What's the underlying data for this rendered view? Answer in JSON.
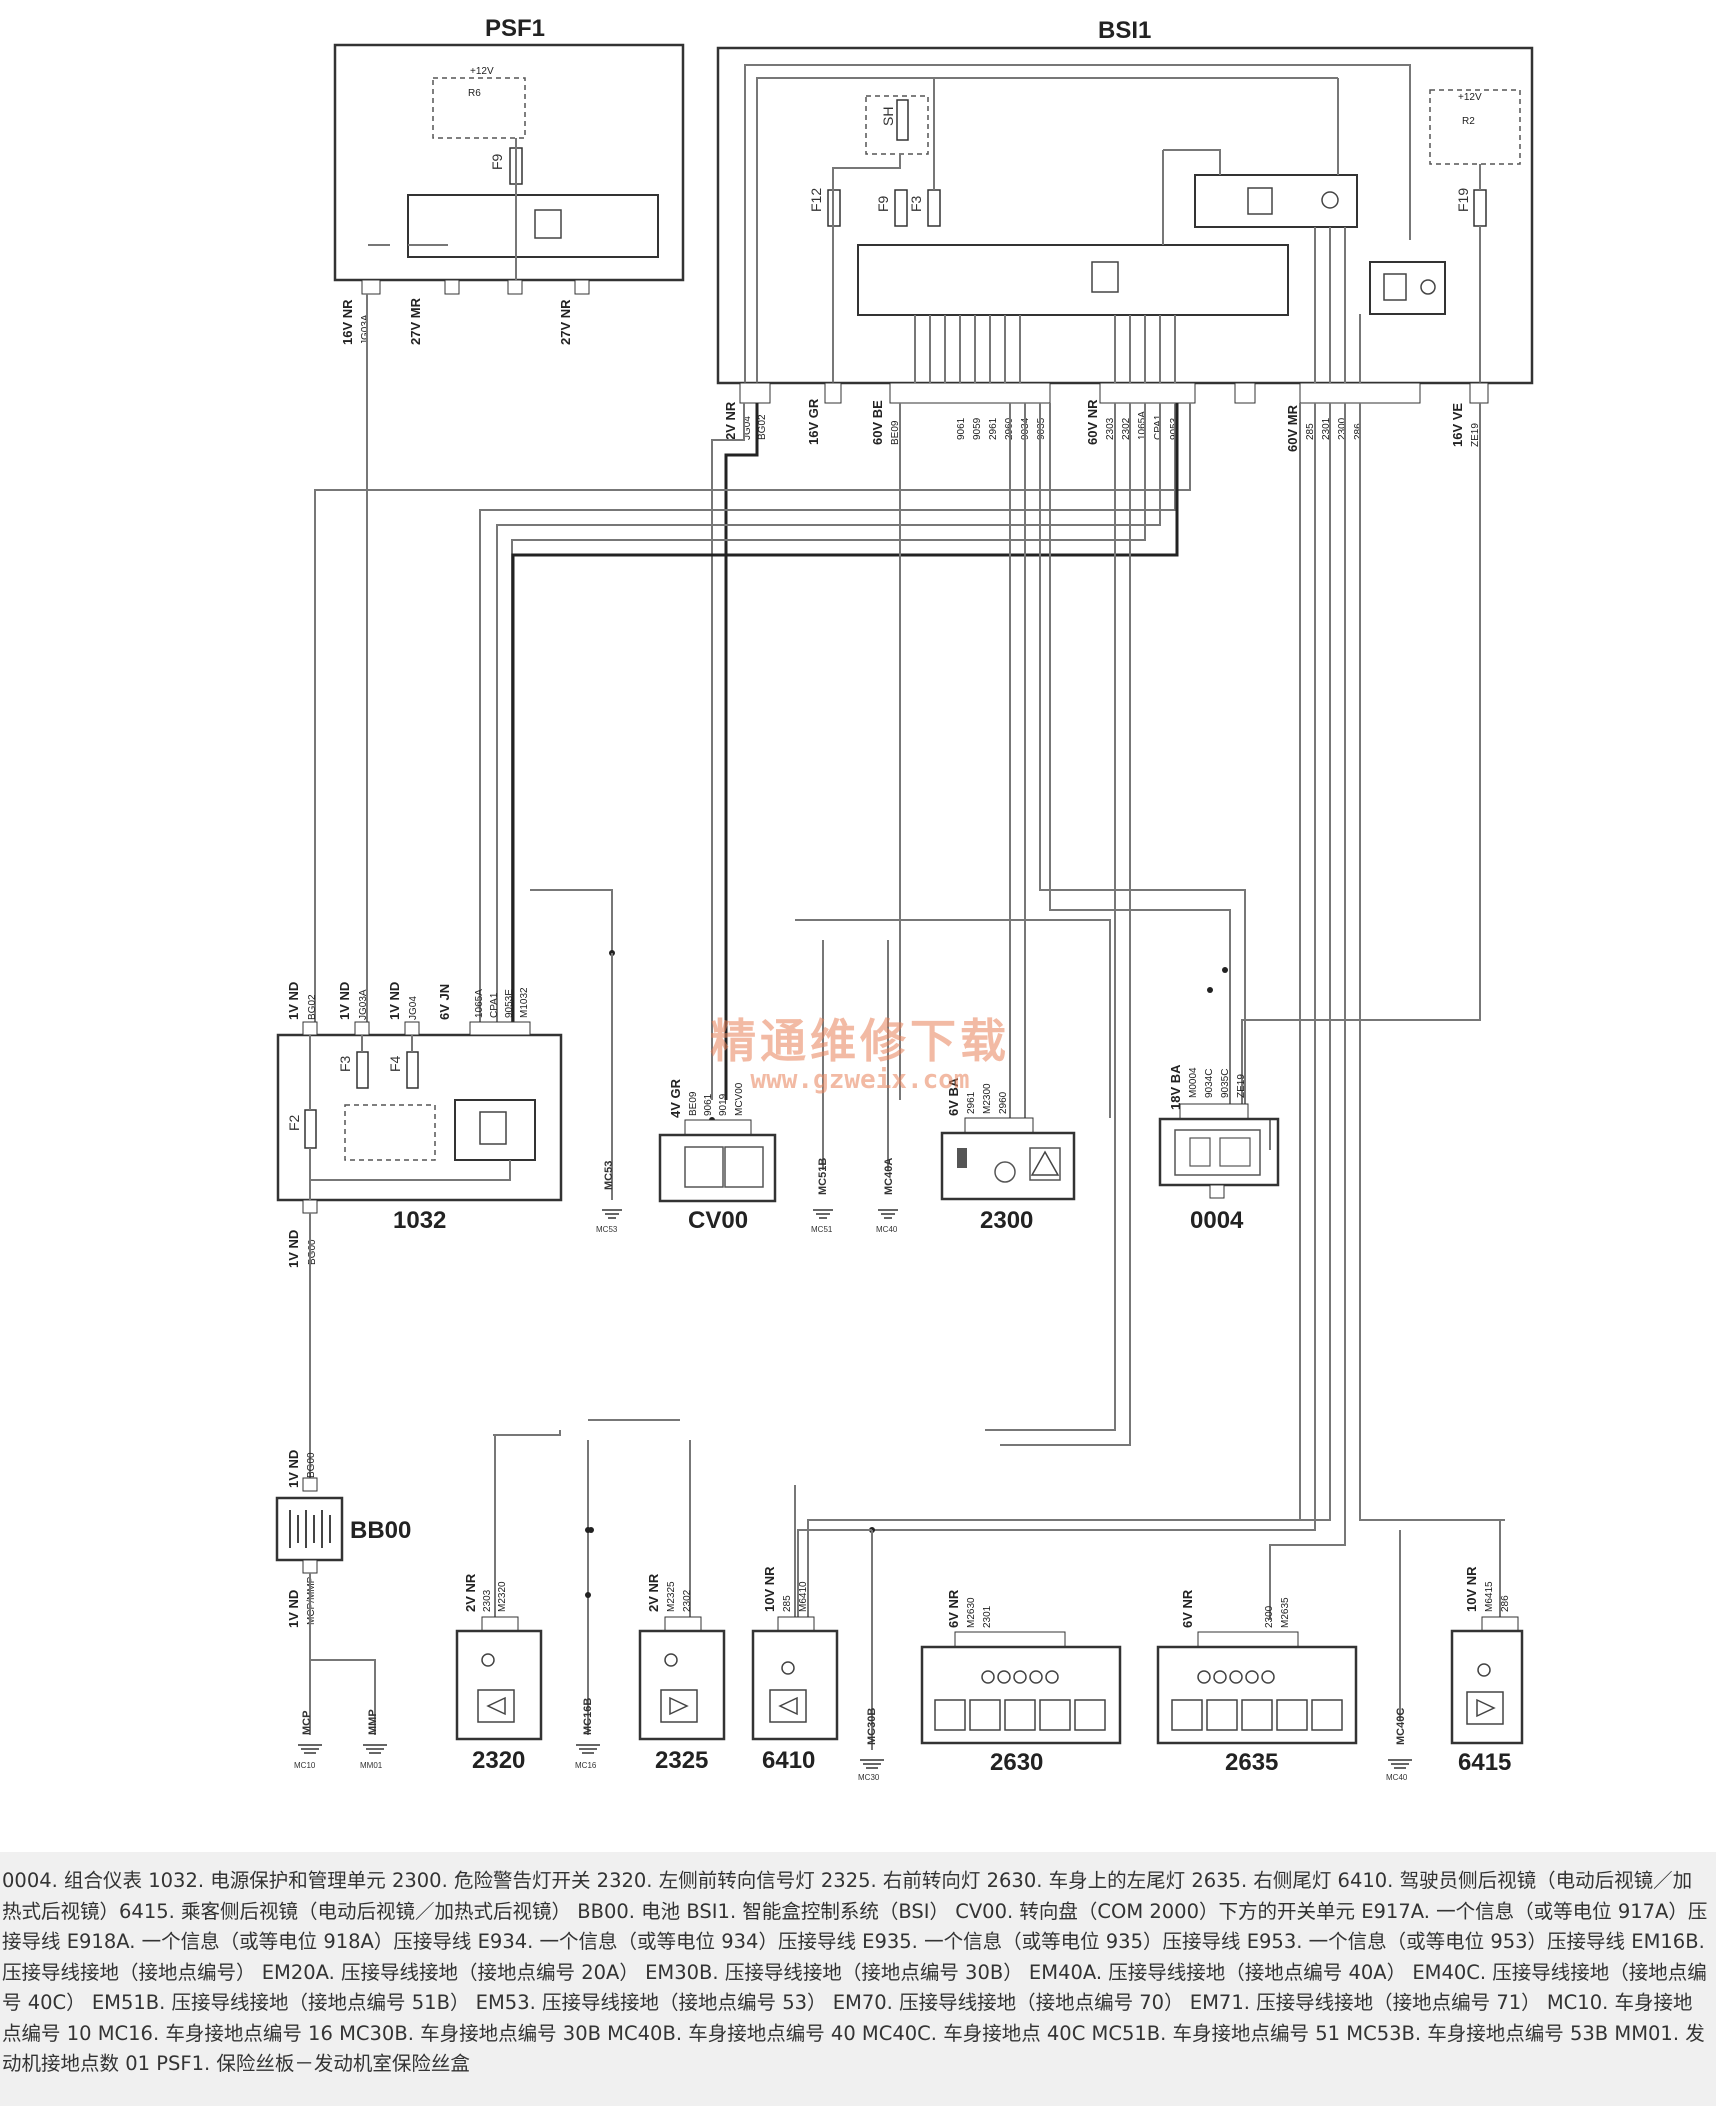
{
  "modules": {
    "psf1": "PSF1",
    "bsi1": "BSI1",
    "m1032": "1032",
    "cv00": "CV00",
    "m2300": "2300",
    "m0004": "0004",
    "bb00": "BB00",
    "m2320": "2320",
    "m2325": "2325",
    "m6410": "6410",
    "m2630": "2630",
    "m2635": "2635",
    "m6415": "6415"
  },
  "fuses": {
    "psf1_f9": "F9",
    "psf1_r6": "R6",
    "psf1_12v": "+12V",
    "bsi_f12": "F12",
    "bsi_f9": "F9",
    "bsi_f3": "F3",
    "bsi_sh": "SH",
    "bsi_f19": "F19",
    "bsi_r2": "R2",
    "bsi_12v": "+12V",
    "m1032_f3": "F3",
    "m1032_f4": "F4",
    "m1032_f2": "F2"
  },
  "connectors": {
    "psf1_16v": "16V NR",
    "psf1_jg03a": "JG03A",
    "psf1_27v_a": "27V MR",
    "psf1_27v_b": "27V NR",
    "bsi_2v": "2V NR",
    "bsi_jg04": "JG04",
    "bsi_bg02": "BG02",
    "bsi_16vgr": "16V GR",
    "bsi_60vbe": "60V BE",
    "bsi_be09": "BE09",
    "bsi_9061": "9061",
    "bsi_9059": "9059",
    "bsi_2961": "2961",
    "bsi_2960": "2960",
    "bsi_9034": "9034",
    "bsi_9035": "9035",
    "bsi_60vnr": "60V NR",
    "bsi_2303": "2303",
    "bsi_2302": "2302",
    "bsi_1065a": "1065A",
    "bsi_cpa1": "CPA1",
    "bsi_9053": "9053",
    "bsi_60vmr": "60V MR",
    "bsi_285": "285",
    "bsi_2301": "2301",
    "bsi_2300": "2300",
    "bsi_286": "286",
    "bsi_16vve": "16V VE",
    "bsi_ze19": "ZE19",
    "m1032_1vnd_a": "1V ND",
    "m1032_bg02": "BG02",
    "m1032_1vnd_b": "1V ND",
    "m1032_jg03a": "JG03A",
    "m1032_1vnd_c": "1V ND",
    "m1032_jg04": "JG04",
    "m1032_6vjn": "6V JN",
    "m1032_1065a": "1065A",
    "m1032_cpa1": "CPA1",
    "m1032_9053e": "9053E",
    "m1032_m1032": "M1032",
    "m1032_1vnd_d": "1V ND",
    "m1032_bg00": "BG00",
    "cv00_4vgr": "4V GR",
    "cv00_be09": "BE09",
    "cv00_9061": "9061",
    "cv00_9019": "9019",
    "cv00_mcv00": "MCV00",
    "m2300_6vba": "6V BA",
    "m2300_2961": "2961",
    "m2300_m2300": "M2300",
    "m2300_2960": "2960",
    "m0004_18vba": "18V BA",
    "m0004_m0004": "M0004",
    "m0004_9034c": "9034C",
    "m0004_9035c": "9035C",
    "m0004_ze19": "ZE19",
    "bb00_1vnd": "1V ND",
    "bb00_bg00": "BG00",
    "bb00_1vnd2": "1V ND",
    "bb00_mcp": "MCP/MMP",
    "m2320_2vnr": "2V NR",
    "m2320_2303": "2303",
    "m2320_m2320": "M2320",
    "m2325_2vnr": "2V NR",
    "m2325_m2325": "M2325",
    "m2325_2302": "2302",
    "m6410_10vnr": "10V NR",
    "m6410_285": "285",
    "m6410_m6410": "M6410",
    "m2630_6vnr": "6V NR",
    "m2630_m2630": "M2630",
    "m2630_2301": "2301",
    "m2635_6vnr": "6V NR",
    "m2635_2300": "2300",
    "m2635_m2635": "M2635",
    "m6415_10vnr": "10V NR",
    "m6415_m6415": "M6415",
    "m6415_286": "286"
  },
  "grounds": {
    "mc53": "MC53",
    "mc51b": "MC51B",
    "mc40a": "MC40A",
    "mcp": "MCP",
    "mmp": "MMP",
    "mc16b": "MC16B",
    "mc30b": "MC30B",
    "mc40c": "MC40C",
    "s_mc53": "MC53",
    "s_mc51": "MC51",
    "s_mc40": "MC40",
    "s_mc10": "MC10",
    "s_mm01": "MM01",
    "s_mc16": "MC16",
    "s_mc30": "MC30",
    "s_mc40b": "MC40"
  },
  "watermark": {
    "line1": "精通维修下载",
    "line2": "www.gzweix.com"
  },
  "legend": "0004. 组合仪表  1032. 电源保护和管理单元  2300. 危险警告灯开关  2320. 左侧前转向信号灯  2325. 右前转向灯  2630. 车身上的左尾灯  2635. 右侧尾灯  6410. 驾驶员侧后视镜（电动后视镜／加热式后视镜）6415. 乘客侧后视镜（电动后视镜／加热式后视镜） BB00. 电池  BSI1. 智能盒控制系统（BSI） CV00. 转向盘（COM 2000）下方的开关单元  E917A. 一个信息（或等电位 917A）压接导线  E918A. 一个信息（或等电位 918A）压接导线  E934. 一个信息（或等电位 934）压接导线  E935. 一个信息（或等电位 935）压接导线  E953. 一个信息（或等电位 953）压接导线  EM16B. 压接导线接地（接地点编号） EM20A. 压接导线接地（接地点编号 20A） EM30B. 压接导线接地（接地点编号 30B） EM40A. 压接导线接地（接地点编号 40A） EM40C. 压接导线接地（接地点编号 40C） EM51B. 压接导线接地（接地点编号 51B） EM53. 压接导线接地（接地点编号 53） EM70. 压接导线接地（接地点编号 70） EM71. 压接导线接地（接地点编号 71） MC10. 车身接地点编号 10  MC16. 车身接地点编号 16  MC30B. 车身接地点编号 30B  MC40B. 车身接地点编号 40  MC40C. 车身接地点  40C  MC51B. 车身接地点编号 51  MC53B. 车身接地点编号 53B  MM01. 发动机接地点数 01  PSF1. 保险丝板－发动机室保险丝盒"
}
